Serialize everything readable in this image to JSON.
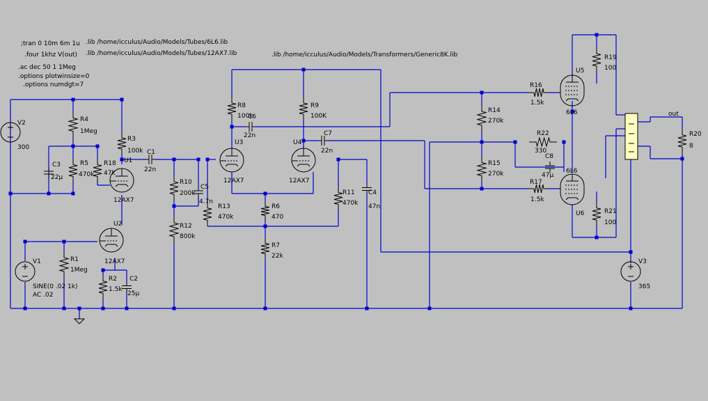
{
  "directives": {
    "tran": ";tran 0 10m 6m 1u",
    "four": ".four 1khz V(out)",
    "ac": ".ac dec 50 1 1Meg",
    "plotwinsize": ".options plotwinsize=0",
    "numdgt": ".options numdgt=7",
    "lib_6l6": ".lib /home/icculus/Audio/Models/Tubes/6L6.lib",
    "lib_12ax7": ".lib /home/icculus/Audio/Models/Tubes/12AX7.lib",
    "lib_trans": ".lib /home/icculus/Audio/Models/Transformers/Generic8K.lib"
  },
  "components": {
    "V1": {
      "name": "V1",
      "v1": "SINE(0 .02 1k)",
      "v2": "AC .02"
    },
    "V2": {
      "name": "V2",
      "value": "300"
    },
    "V3": {
      "name": "V3",
      "value": "365"
    },
    "R1": {
      "name": "R1",
      "value": "1Meg"
    },
    "R2": {
      "name": "R2",
      "value": "1.5k"
    },
    "R3": {
      "name": "R3",
      "value": "100k"
    },
    "R4": {
      "name": "R4",
      "value": "1Meg"
    },
    "R5": {
      "name": "R5",
      "value": "470k"
    },
    "R6": {
      "name": "R6",
      "value": "470"
    },
    "R7": {
      "name": "R7",
      "value": "22k"
    },
    "R8": {
      "name": "R8",
      "value": "100k"
    },
    "R9": {
      "name": "R9",
      "value": "100K"
    },
    "R10": {
      "name": "R10",
      "value": "200k"
    },
    "R11": {
      "name": "R11",
      "value": "470k"
    },
    "R12": {
      "name": "R12",
      "value": "800k"
    },
    "R13": {
      "name": "R13",
      "value": "470k"
    },
    "R14": {
      "name": "R14",
      "value": "270k"
    },
    "R15": {
      "name": "R15",
      "value": "270k"
    },
    "R16": {
      "name": "R16",
      "value": "1.5k"
    },
    "R17": {
      "name": "R17",
      "value": "1.5k"
    },
    "R18": {
      "name": "R18",
      "value": "47k"
    },
    "R19": {
      "name": "R19",
      "value": "100"
    },
    "R20": {
      "name": "R20",
      "value": "8"
    },
    "R21": {
      "name": "R21",
      "value": "100"
    },
    "R22": {
      "name": "R22",
      "value": "330"
    },
    "C1": {
      "name": "C1",
      "value": "22n"
    },
    "C2": {
      "name": "C2",
      "value": "25µ"
    },
    "C3": {
      "name": "C3",
      "value": "22µ"
    },
    "C4": {
      "name": "C4",
      "value": "47n"
    },
    "C5": {
      "name": "C5",
      "value": "4.7n"
    },
    "C6": {
      "name": "C6",
      "value": "22n"
    },
    "C7": {
      "name": "C7",
      "value": "22n"
    },
    "C8": {
      "name": "C8",
      "value": "47µ"
    },
    "U1": {
      "name": "U1",
      "value": "12AX7"
    },
    "U2": {
      "name": "U2",
      "value": "12AX7"
    },
    "U3": {
      "name": "U3",
      "value": "12AX7"
    },
    "U4": {
      "name": "U4",
      "value": "12AX7"
    },
    "U5": {
      "name": "U5",
      "value": "6L6"
    },
    "U6": {
      "name": "U6",
      "value": "6L6"
    }
  },
  "net_labels": {
    "out": "out"
  },
  "colors": {
    "background": "#c0c0c0",
    "wire": "#0000d0",
    "component": "#000000",
    "transformer": "#ffffc0"
  }
}
